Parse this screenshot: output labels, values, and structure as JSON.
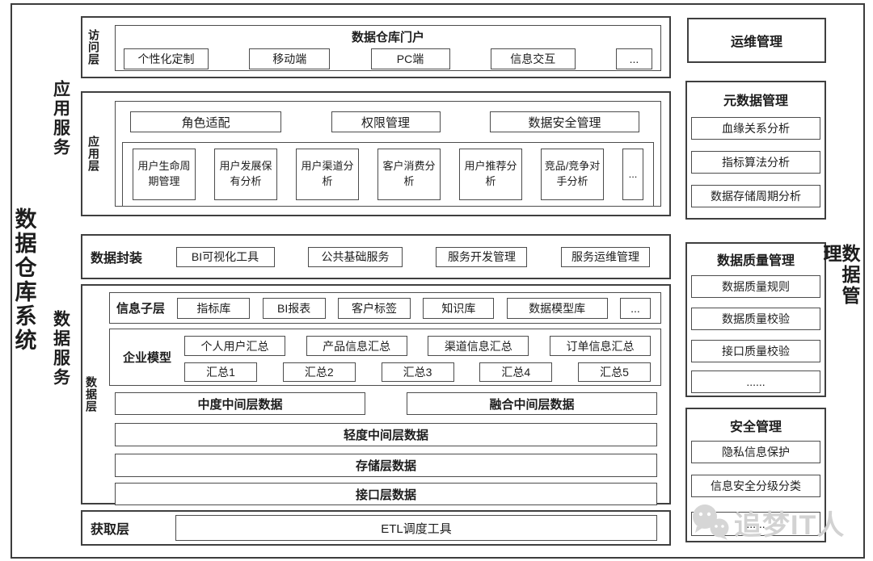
{
  "system_title": "数据仓库系统",
  "side_labels": {
    "app_services": "应用服务",
    "data_services": "数据服务",
    "data_management": "数据管理"
  },
  "access_layer": {
    "label": "访问层",
    "portal_title": "数据仓库门户",
    "items": [
      "个性化定制",
      "移动端",
      "PC端",
      "信息交互",
      "..."
    ]
  },
  "app_layer": {
    "label": "应用层",
    "governance_items": [
      "角色适配",
      "权限管理",
      "数据安全管理"
    ],
    "analysis_items": [
      "用户生命周期管理",
      "用户发展保有分析",
      "用户渠道分析",
      "客户消费分析",
      "用户推荐分析",
      "竞品/竞争对手分析",
      "..."
    ]
  },
  "data_encapsulation": {
    "label": "数据封装",
    "items": [
      "BI可视化工具",
      "公共基础服务",
      "服务开发管理",
      "服务运维管理"
    ]
  },
  "data_layer": {
    "label": "数据层",
    "info_sublayer": {
      "label": "信息子层",
      "items": [
        "指标库",
        "BI报表",
        "客户标签",
        "知识库",
        "数据模型库",
        "..."
      ]
    },
    "enterprise_model": {
      "label": "企业模型",
      "summary_items": [
        "个人用户汇总",
        "产品信息汇总",
        "渠道信息汇总",
        "订单信息汇总"
      ],
      "aggregation_items": [
        "汇总1",
        "汇总2",
        "汇总3",
        "汇总4",
        "汇总5"
      ]
    },
    "middle_rows": [
      "中度中间层数据",
      "融合中间层数据"
    ],
    "stack_rows": [
      "轻度中间层数据",
      "存储层数据",
      "接口层数据"
    ]
  },
  "acquisition_layer": {
    "label": "获取层",
    "tool": "ETL调度工具"
  },
  "right_panels": {
    "ops_title": "运维管理",
    "metadata": {
      "title": "元数据管理",
      "items": [
        "血缘关系分析",
        "指标算法分析",
        "数据存储周期分析"
      ]
    },
    "quality": {
      "title": "数据质量管理",
      "items": [
        "数据质量规则",
        "数据质量校验",
        "接口质量校验",
        "......"
      ]
    },
    "security": {
      "title": "安全管理",
      "items": [
        "隐私信息保护",
        "信息安全分级分类",
        "......"
      ]
    }
  },
  "watermark": {
    "text": "追梦IT人"
  },
  "colors": {
    "border_dark": "#3c3c3c",
    "border": "#4c4c4c",
    "text": "#1d1d1d",
    "watermark": "#d2d2d2",
    "background": "#ffffff"
  }
}
